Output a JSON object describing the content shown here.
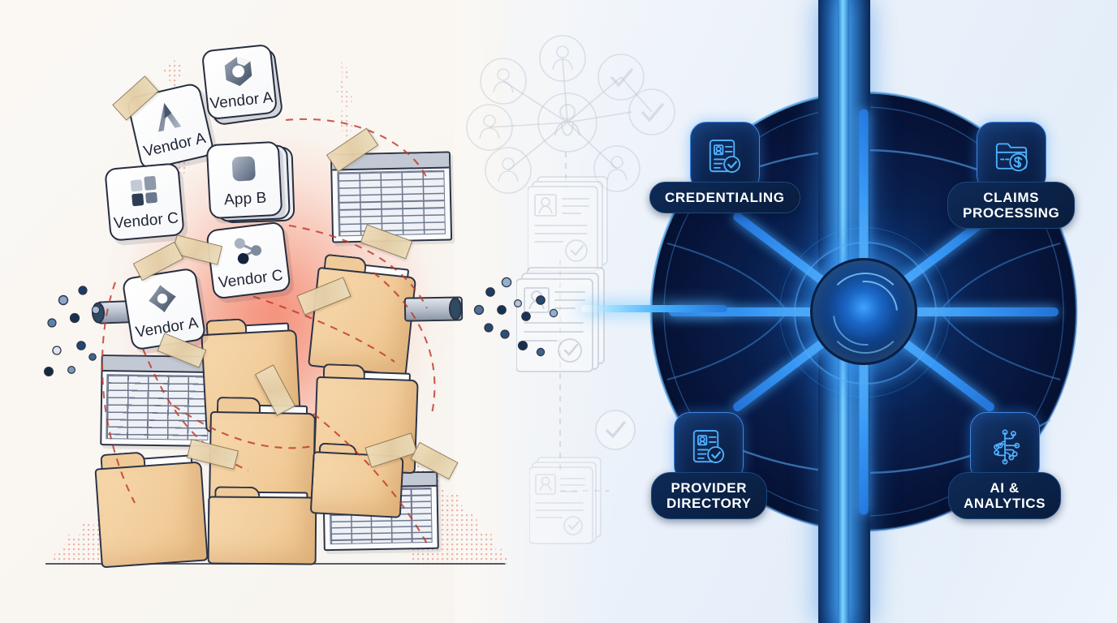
{
  "scene": {
    "title": "Fragmented vendor systems versus unified provider data platform",
    "left_panel": {
      "theme": "legacy-chaos",
      "accent_color": "#e8603f",
      "vendor_cards": [
        {
          "label": "Vendor A",
          "icon": "hexagon-cut-logo-icon"
        },
        {
          "label": "Vendor A",
          "icon": "triangle-a-logo-icon"
        },
        {
          "label": "App B",
          "icon": "rounded-square-logo-icon"
        },
        {
          "label": "Vendor C",
          "icon": "four-squares-logo-icon"
        },
        {
          "label": "Vendor C",
          "icon": "share-nodes-logo-icon"
        },
        {
          "label": "Vendor A",
          "icon": "diamond-ring-logo-icon"
        }
      ],
      "artifacts": {
        "folders": "manila-file-folders",
        "spreadsheets": "spreadsheet-grid-sheets",
        "tape": "adhesive-tape-patches",
        "dashed_connectors": "red-dashed-integration-lines",
        "leaking_pipe": "data-leak-pipe",
        "scattered_dots": "spilled-data-particles",
        "rubble": "crumbling-halftone-rubble"
      }
    },
    "middle_panel": {
      "theme": "provider-network-transition",
      "network_graph": {
        "center_node": "doctor-avatar-icon",
        "peripheral_nodes": [
          "doctor-avatar-icon",
          "person-avatar-icon",
          "person-avatar-icon",
          "nurse-avatar-icon",
          "person-avatar-icon",
          "check-circle-icon",
          "check-circle-icon"
        ]
      },
      "document_stacks": [
        {
          "icon": "provider-record-document-icon",
          "badge": "check-circle-icon"
        },
        {
          "icon": "provider-record-document-icon",
          "badge": "check-circle-icon"
        },
        {
          "icon": "provider-record-document-icon",
          "badge": "check-circle-icon"
        }
      ]
    },
    "right_panel": {
      "theme": "unified-platform",
      "accent_color": "#3da2ff",
      "core": "glowing-data-hub-core",
      "trunk": "vertical-data-spine",
      "nodes": [
        {
          "label": "CREDENTIALING",
          "icon": "id-badge-check-icon",
          "position": "top-left"
        },
        {
          "label": "CLAIMS\nPROCESSING",
          "icon": "payment-card-dollar-icon",
          "position": "top-right"
        },
        {
          "label": "PROVIDER\nDIRECTORY",
          "icon": "id-badge-check-icon",
          "position": "bottom-left"
        },
        {
          "label": "AI &\nANALYTICS",
          "icon": "circuit-neural-icon",
          "position": "bottom-right"
        }
      ]
    }
  }
}
